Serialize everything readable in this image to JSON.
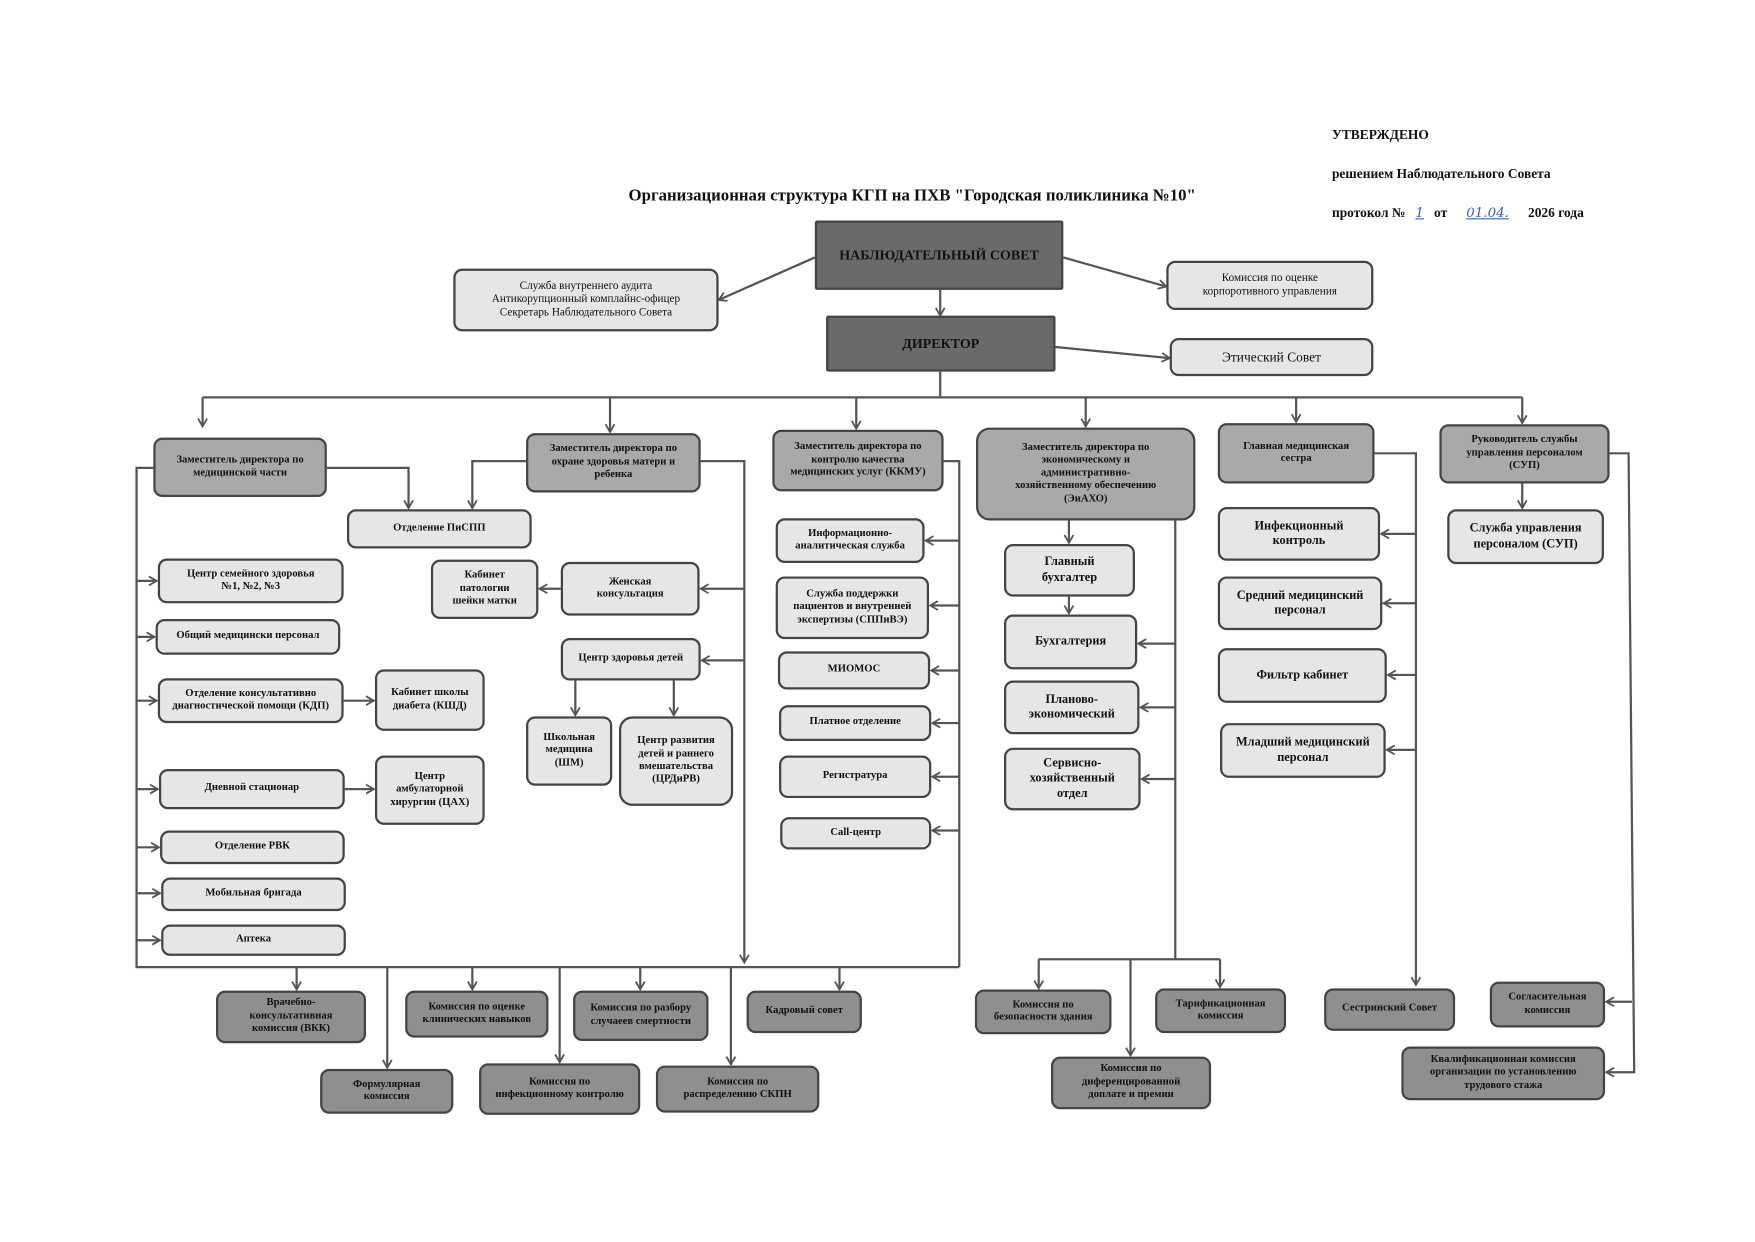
{
  "approval": {
    "line1": "УТВЕРЖДЕНО",
    "line2": "решением Наблюдательного Совета",
    "prefix": "протокол №",
    "number": "1",
    "ot": "от",
    "date": "01.04.",
    "suffix": "2026 года"
  },
  "title": "Организационная структура КГП на ПХВ \"Городская поликлиника №10\"",
  "top": {
    "board": "НАБЛЮДАТЕЛЬНЫЙ СОВЕТ",
    "audit": "Служба внутреннего аудита\nАнтикорупционный комплайнс-офицер\nСекретарь Наблюдательного Совета",
    "corp": "Комиссия по оценке\nкорпоротивного управления",
    "director": "ДИРЕКТОР",
    "ethics": "Этический Совет"
  },
  "heads": {
    "med": "Заместитель директора по\nмедицинской части",
    "mat": "Заместитель директора по\nохране здоровья матери и\nребенка",
    "kkmu": "Заместитель директора по\nконтролю качества\nмедицинских услуг (ККМУ)",
    "eco": "Заместитель директора по\nэкономическому и\nадминистративно-\nхозяйственному обеспечению\n(ЭиАХО)",
    "nurse": "Главная медицинская\nсестра",
    "hr": "Руководитель службы\nуправления персоналом\n(СУП)"
  },
  "units": {
    "pispp": "Отделение ПиСПП",
    "csz": "Центр семейного здоровья\n№1, №2, №3",
    "obsh": "Общий медицински персонал",
    "kdp": "Отделение консультативно\nдиагностической помощи (КДП)",
    "kshd": "Кабинет школы\nдиабета (КШД)",
    "dnev": "Дневной стационар",
    "cah": "Центр\nамбулаторной\nхирургии (ЦАХ)",
    "rvk": "Отделение РВК",
    "mob": "Мобильная бригада",
    "apteka": "Аптека",
    "kpsm": "Кабинет\nпатологии\nшейки матки",
    "jenk": "Женская\nконсультация",
    "czd": "Центр здоровья детей",
    "shm": "Школьная\nмедицина\n(ШМ)",
    "crd": "Центр развития\nдетей и раннего\nвмешательства\n(ЦРДиРВ)",
    "info": "Информационно-\nаналитическая служба",
    "spp": "Служба поддержки\nпациентов и внутренней\nэкспертизы (СППиВЭ)",
    "miomos": "МИОМОС",
    "platn": "Платное отделение",
    "reg": "Регистратура",
    "call": "Call-центр",
    "glbuh": "Главный\nбухгалтер",
    "buh": "Бухгалтерия",
    "plan": "Планово-\nэкономический",
    "serv": "Сервисно-\nхозяйственный\nотдел",
    "inf": "Инфекционный\nконтроль",
    "sred": "Средний медицинский\nперсонал",
    "filtr": "Фильтр кабинет",
    "mlad": "Младший медицинский\nперсонал",
    "sup": "Служба управления\nперсоналом (СУП)"
  },
  "committees": {
    "vkk": "Врачебно-\nконсультативная\nкомиссия (ВКК)",
    "form": "Формулярная\nкомиссия",
    "ocenka": "Комиссия по оценке\nклинических навыков",
    "infk": "Комиссия по\nинфекционному контролю",
    "razbor": "Комиссия по разбору\nслучаеев смертности",
    "skpn": "Комиссия по\nраспределению СКПН",
    "kadr": "Кадровый совет",
    "bez": "Комиссия по\nбезопасности здания",
    "tarif": "Тарификационная\nкомиссия",
    "difer": "Комиссия по\nдиференцированной\nдоплате и премии",
    "sestr": "Сестринский Совет",
    "soglas": "Согласительная\nкомиссия",
    "kval": "Квалификационная комиссия\nорганизации по установлению\nтрудового стажа"
  }
}
